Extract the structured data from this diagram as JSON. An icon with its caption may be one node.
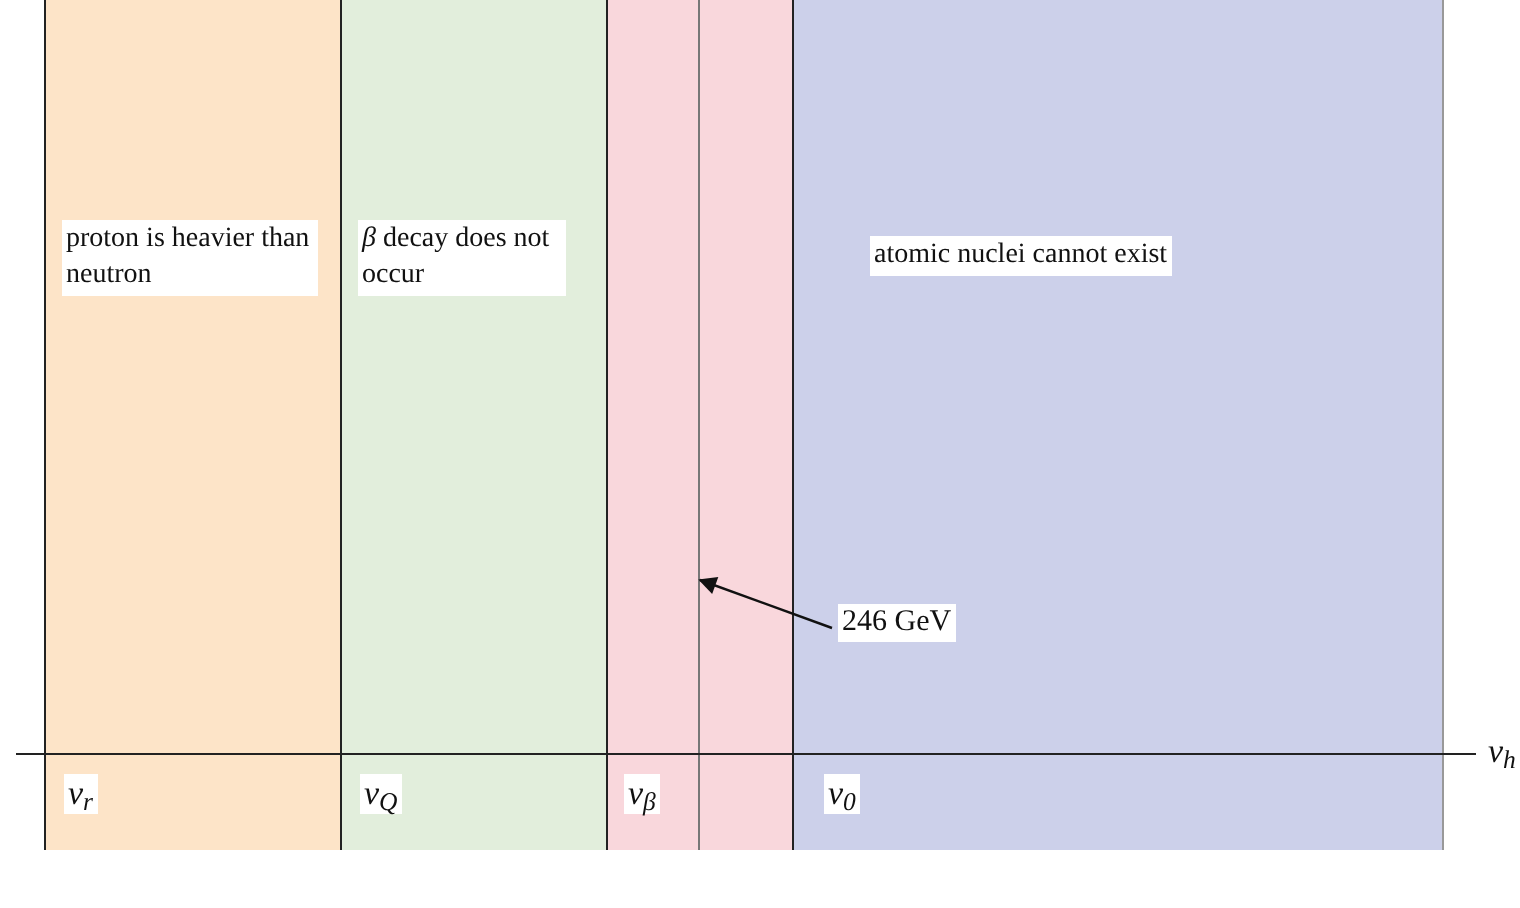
{
  "diagram": {
    "nodes": [
      {
        "text": [
          "proton is heavier than neutron"
        ]
      },
      {
        "text": [
          "*β* decay does not occur"
        ]
      },
      {
        "text": [],
        "shape": "box"
      },
      {
        "text": [
          "atomic nuclei cannot exist"
        ]
      },
      {
        "text": [
          "246 GeV"
        ],
        "in": 3
      }
    ],
    "edges": [
      {
        "from": 4,
        "to": 2,
        "arrow": "to"
      }
    ],
    "labels": [
      "v$_{h}$",
      "v$_{r}$",
      "v$_{Q}$",
      "v$_{β}$",
      "v$_{0}$"
    ]
  }
}
